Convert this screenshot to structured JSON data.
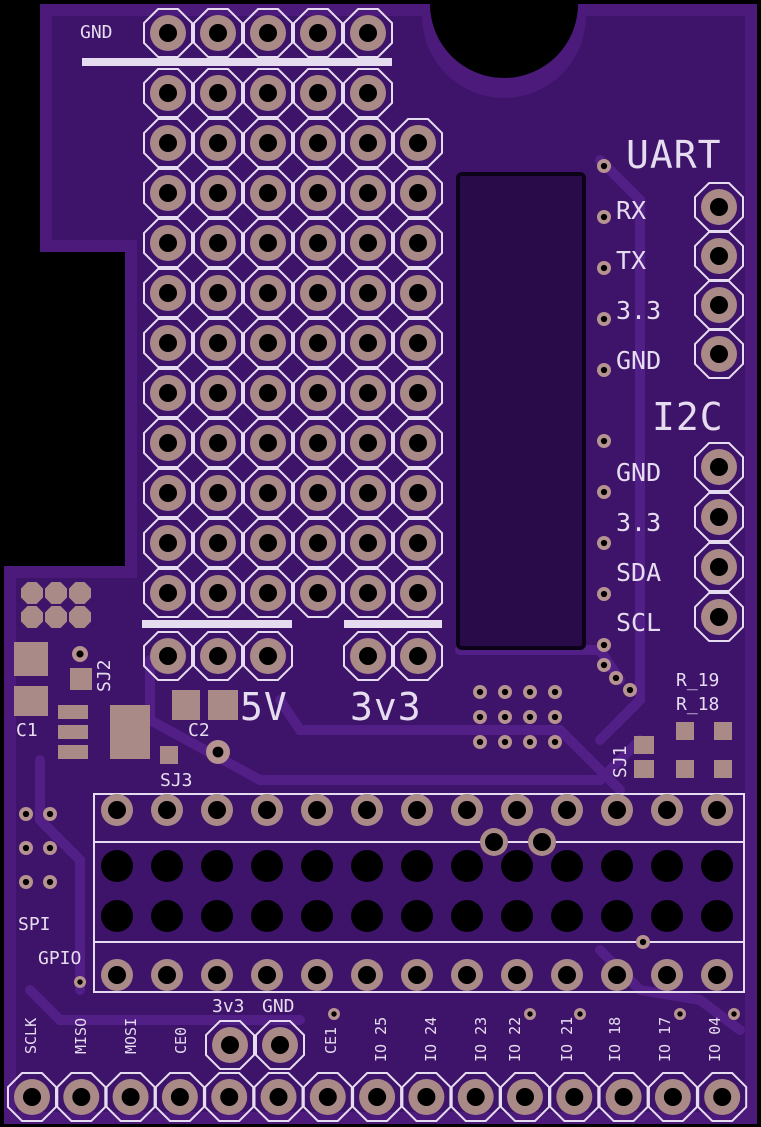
{
  "board": {
    "colors": {
      "substrate": "#000000",
      "board": "#4b1a7a",
      "copper_fill": "#3e136a",
      "trace": "#521f86",
      "silkscreen": "#e6dcef",
      "pad_copper": "#a98a87",
      "via": "#b69390",
      "window": "#2a0b4a"
    }
  },
  "labels": {
    "gnd_top": "GND",
    "uart": "UART",
    "rx": "RX",
    "tx": "TX",
    "uart_33": "3.3",
    "uart_gnd": "GND",
    "i2c": "I2C",
    "i2c_gnd": "GND",
    "i2c_33": "3.3",
    "sda": "SDA",
    "scl": "SCL",
    "sj2": "SJ2",
    "c1": "C1",
    "c2": "C2",
    "sj3": "SJ3",
    "v5": "5V",
    "v33": "3v3",
    "r19": "R_19",
    "r18": "R_18",
    "sj1": "SJ1",
    "spi": "SPI",
    "gpio": "GPIO",
    "sclk": "SCLK",
    "miso": "MISO",
    "mosi": "MOSI",
    "ce0": "CE0",
    "h3v3": "3v3",
    "hgnd": "GND",
    "ce1": "CE1",
    "io25": "IO 25",
    "io24": "IO 24",
    "io23": "IO 23",
    "io22": "IO 22",
    "io21": "IO 21",
    "io18": "IO 18",
    "io17": "IO 17",
    "io04": "IO 04"
  }
}
